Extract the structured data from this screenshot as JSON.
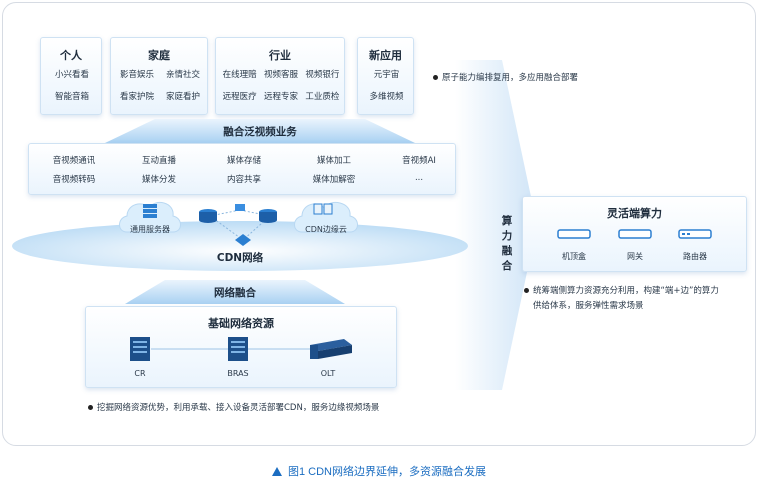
{
  "top_categories": [
    {
      "title": "个人",
      "rows": [
        [
          "小兴看看"
        ],
        [
          "智能音箱"
        ]
      ]
    },
    {
      "title": "家庭",
      "rows": [
        [
          "影音娱乐",
          "亲情社交"
        ],
        [
          "看家护院",
          "家庭看护"
        ]
      ]
    },
    {
      "title": "行业",
      "rows": [
        [
          "在线理赔",
          "视频客服",
          "视频银行"
        ],
        [
          "远程医疗",
          "远程专家",
          "工业质检"
        ]
      ]
    },
    {
      "title": "新应用",
      "rows": [
        [
          "元宇宙"
        ],
        [
          "多维视频"
        ]
      ]
    }
  ],
  "fusion_service": {
    "title": "融合泛视频业务",
    "row1": [
      "音视频通讯",
      "互动直播",
      "媒体存储",
      "媒体加工",
      "音视频AI"
    ],
    "row2": [
      "音视频转码",
      "媒体分发",
      "内容共享",
      "媒体加解密",
      "..."
    ]
  },
  "cdn": {
    "general_server": "通用服务器",
    "edge_cloud": "CDN边缘云",
    "network": "CDN网络"
  },
  "network_fusion": "网络融合",
  "base_network": {
    "title": "基础网络资源",
    "devices": [
      "CR",
      "BRAS",
      "OLT"
    ]
  },
  "notes": {
    "bottom_left": "挖掘网络资源优势，利用承载、接入设备灵活部署CDN，服务边缘视频场景",
    "top_right": "原子能力编排复用，多应用融合部署",
    "bottom_right_line1": "统筹端侧算力资源充分利用，构建“端+边”的算力",
    "bottom_right_line2": "供给体系，服务弹性需求场景"
  },
  "compute_fusion": [
    "算",
    "力",
    "融",
    "合"
  ],
  "edge_compute": {
    "title": "灵活端算力",
    "devices": [
      "机顶盒",
      "网关",
      "路由器"
    ]
  },
  "caption": "图1  CDN网络边界延伸，多资源融合发展",
  "colors": {
    "accent": "#1b6dc1",
    "light_blue": "#dcecfa",
    "card_border": "#cfe2f3"
  }
}
